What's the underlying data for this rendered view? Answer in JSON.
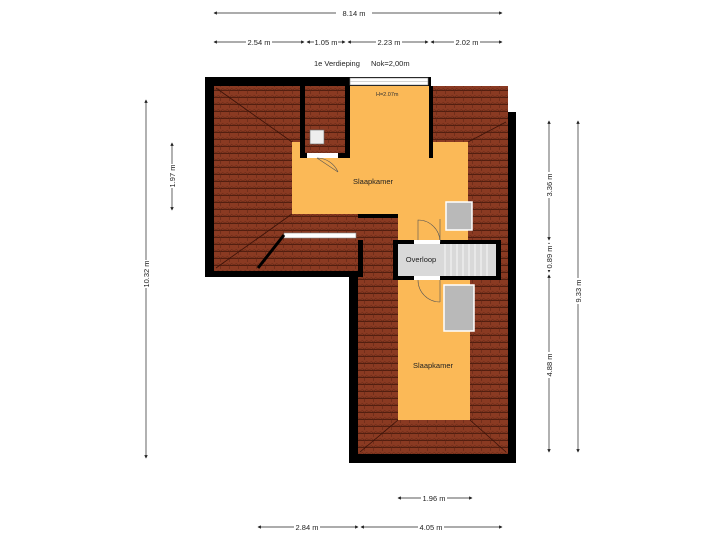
{
  "header": {
    "floor": "1e Verdieping",
    "ridge": "Nok=2,00m"
  },
  "rooms": {
    "slaapkamer_top": "Slaapkamer",
    "slaapkamer_bottom": "Slaapkamer",
    "overloop": "Overloop",
    "height_note": "H=2.07m"
  },
  "dimensions": {
    "top_total": "8.14 m",
    "top_seg_1": "2.54 m",
    "top_seg_2": "1.05 m",
    "top_seg_3": "2.23 m",
    "top_seg_4": "2.02 m",
    "left_total": "10.32 m",
    "left_inner": "1.97 m",
    "right_seg_1": "3.36 m",
    "right_seg_2": "0.89 m",
    "right_seg_3": "4.88 m",
    "right_total": "9.33 m",
    "bottom_inner": "1.96 m",
    "bottom_seg_1": "2.84 m",
    "bottom_seg_2": "4.05 m"
  },
  "colors": {
    "wall": "#000000",
    "roof_tile": "#8a3a22",
    "tile_line": "#4a1a0c",
    "floor": "#fbb957",
    "landing": "#d9d9d9",
    "skylight": "#b9b9b9"
  }
}
